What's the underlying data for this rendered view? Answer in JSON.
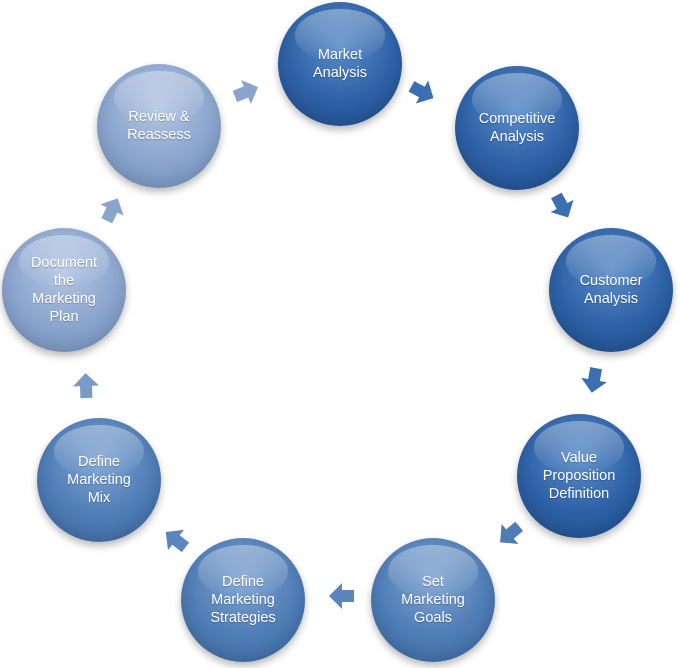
{
  "diagram": {
    "steps": [
      {
        "lines": "Market\nAnalysis"
      },
      {
        "lines": "Competitive\nAnalysis"
      },
      {
        "lines": "Customer\nAnalysis"
      },
      {
        "lines": "Value\nProposition\nDefinition"
      },
      {
        "lines": "Set\nMarketing\nGoals"
      },
      {
        "lines": "Define\nMarketing\nStrategies"
      },
      {
        "lines": "Define\nMarketing\nMix"
      },
      {
        "lines": "Document\nthe\nMarketing\nPlan"
      },
      {
        "lines": "Review &\nReassess"
      }
    ],
    "colors": {
      "dark": "#2d61a6",
      "mid": "#4e7cb5",
      "light": "#8aa4cc"
    },
    "arrow_icon": "block-arrow-icon"
  }
}
